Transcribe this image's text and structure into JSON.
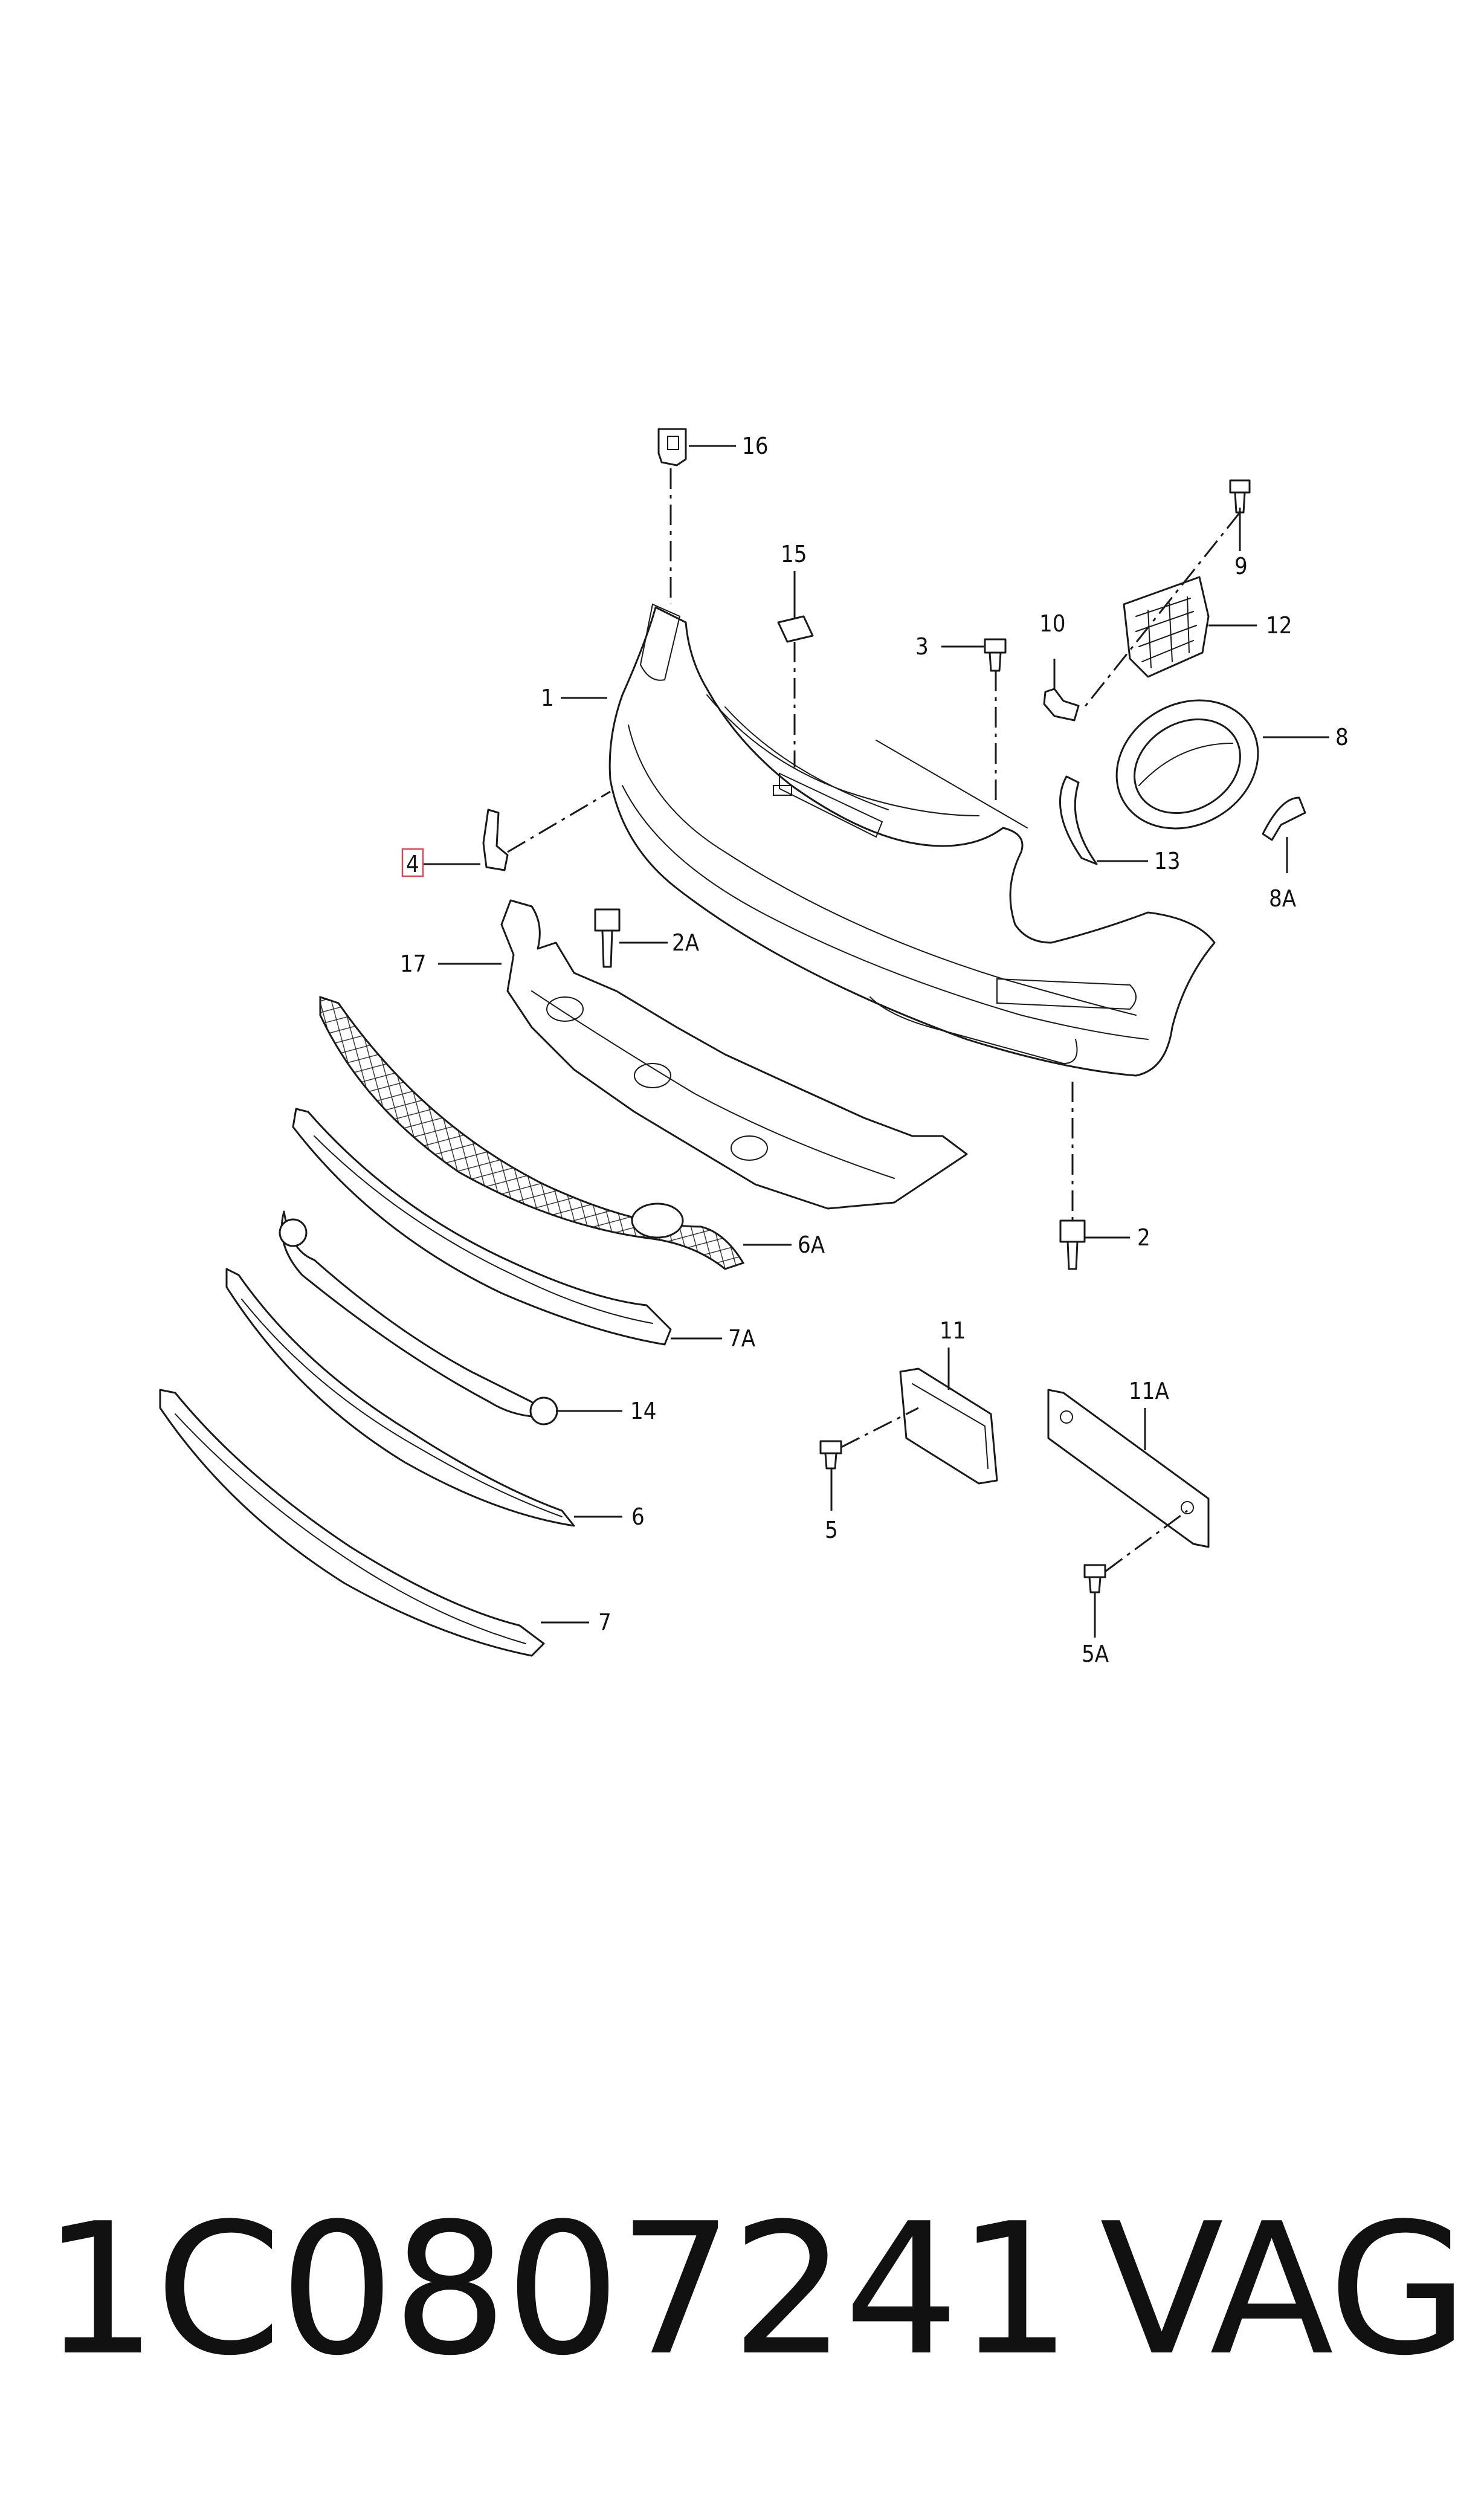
{
  "diagram": {
    "callouts": {
      "c1": "1",
      "c2": "2",
      "c2a": "2A",
      "c3": "3",
      "c4": "4",
      "c5": "5",
      "c5a": "5A",
      "c6": "6",
      "c6a": "6A",
      "c7": "7",
      "c7a": "7A",
      "c8": "8",
      "c8a": "8A",
      "c9": "9",
      "c10": "10",
      "c11": "11",
      "c11a": "11A",
      "c12": "12",
      "c13": "13",
      "c14": "14",
      "c15": "15",
      "c16": "16",
      "c17": "17"
    },
    "highlighted_callout": "4",
    "highlight_color": "#d04a5a"
  },
  "footer": {
    "part_number": "1C0807241",
    "brand": "VAG"
  }
}
